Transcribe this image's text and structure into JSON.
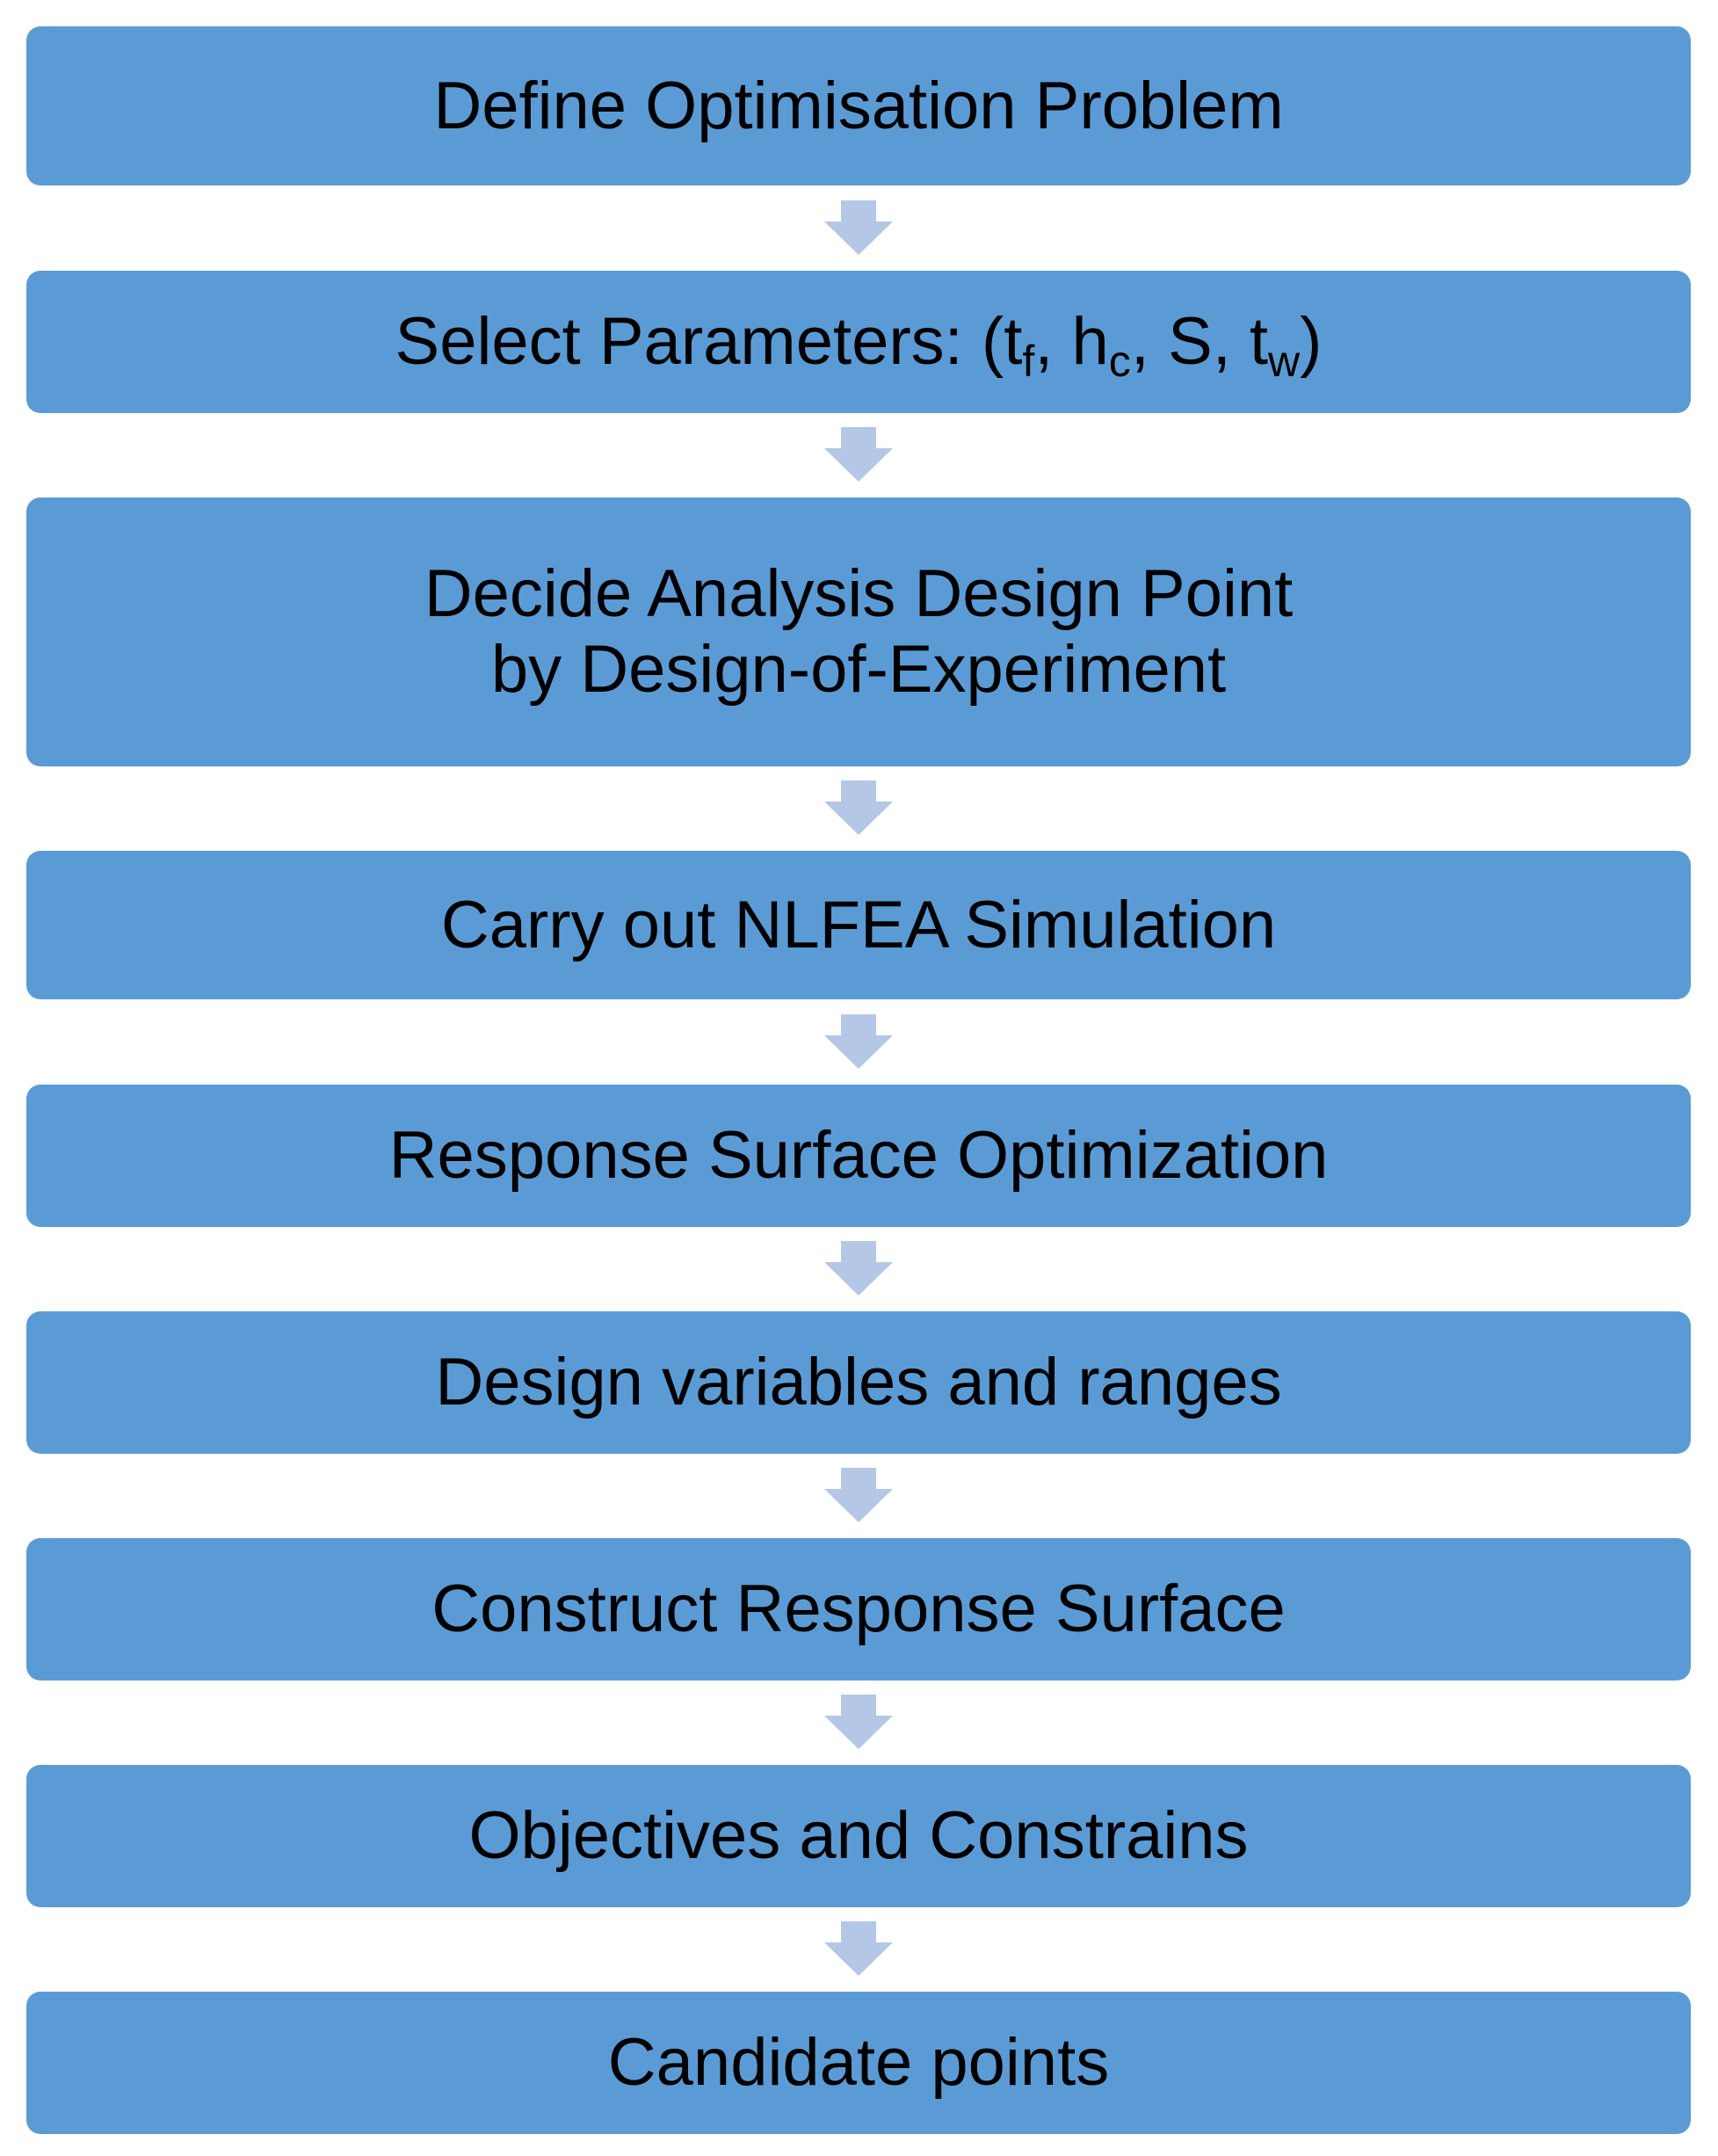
{
  "flowchart": {
    "colors": {
      "box_fill": "#5b9bd5",
      "arrow_fill": "#b4c7e7",
      "text": "#000000"
    },
    "steps": [
      {
        "label": "Define Optimisation Problem"
      },
      {
        "label": "Select Parameters: ",
        "params": [
          {
            "base": "t",
            "sub": "f"
          },
          {
            "base": "h",
            "sub": "c"
          },
          {
            "base": "S",
            "sub": ""
          },
          {
            "base": "t",
            "sub": "w"
          }
        ]
      },
      {
        "label": "Decide Analysis Design Point\nby Design-of-Experiment"
      },
      {
        "label": "Carry out NLFEA Simulation"
      },
      {
        "label": "Response Surface Optimization"
      },
      {
        "label": "Design variables and ranges"
      },
      {
        "label": "Construct Response Surface"
      },
      {
        "label": "Objectives and Constrains"
      },
      {
        "label": "Candidate points"
      }
    ],
    "arrow_icon": "down-arrow-icon"
  }
}
